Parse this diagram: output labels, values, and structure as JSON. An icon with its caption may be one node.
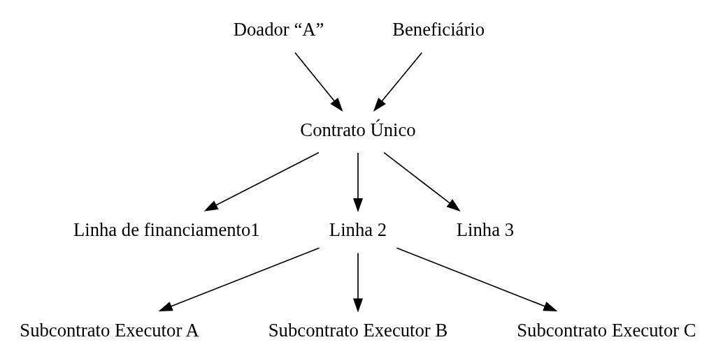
{
  "diagram": {
    "nodes": [
      {
        "text": [
          "Doador “A”"
        ]
      },
      {
        "text": [
          "Beneficiário"
        ]
      },
      {
        "text": [
          "Contrato Único"
        ]
      },
      {
        "text": [
          "Linha de financiamento1"
        ]
      },
      {
        "text": [
          "Linha 2"
        ]
      },
      {
        "text": [
          "Linha 3"
        ]
      },
      {
        "text": [
          "Subcontrato Executor A"
        ]
      },
      {
        "text": [
          "Subcontrato Executor B"
        ]
      },
      {
        "text": [
          "Subcontrato Executor C"
        ]
      }
    ],
    "edges": [
      {
        "from": 0,
        "to": 2,
        "arrow": "to"
      },
      {
        "from": 1,
        "to": 2,
        "arrow": "to"
      },
      {
        "from": 2,
        "to": 3,
        "arrow": "to"
      },
      {
        "from": 2,
        "to": 4,
        "arrow": "to"
      },
      {
        "from": 2,
        "to": 5,
        "arrow": "to"
      },
      {
        "from": 4,
        "to": 6,
        "arrow": "to"
      },
      {
        "from": 4,
        "to": 7,
        "arrow": "to"
      },
      {
        "from": 4,
        "to": 8,
        "arrow": "to"
      }
    ]
  }
}
